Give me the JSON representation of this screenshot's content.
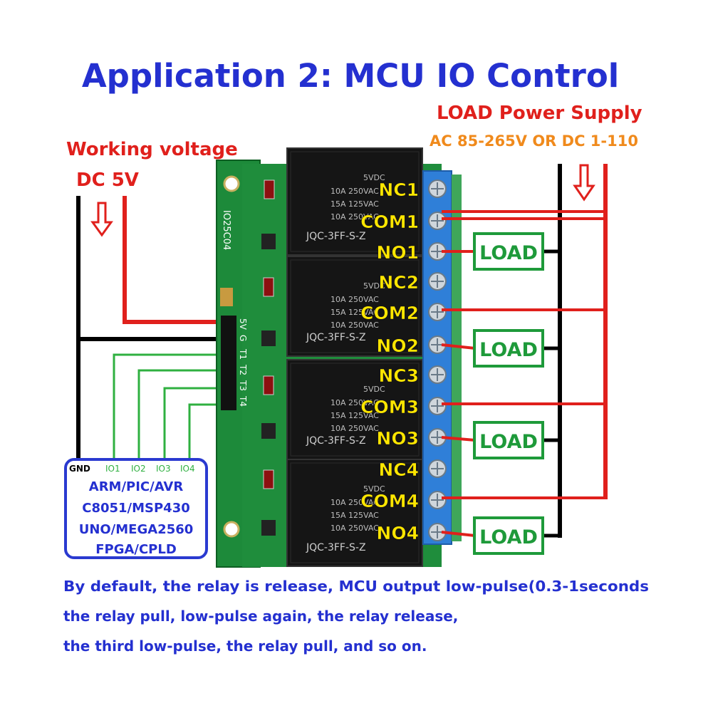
{
  "title": "Application 2: MCU IO Control",
  "load_supply": {
    "heading": "LOAD Power Supply",
    "range": "AC 85-265V OR DC 1-110"
  },
  "working_voltage": {
    "heading": "Working voltage",
    "value": "DC 5V"
  },
  "board": {
    "model": "IO25C04",
    "header_pins": [
      "5V",
      "G",
      "T1",
      "T2",
      "T3",
      "T4"
    ],
    "relay_text": {
      "voltage": "5VDC",
      "rating1": "10A 250VAC",
      "rating2": "15A 125VAC",
      "rating3": "10A 250VAC",
      "model": "JQC-3FF-S-Z"
    }
  },
  "terminals": [
    "NC1",
    "COM1",
    "NO1",
    "NC2",
    "COM2",
    "NO2",
    "NC3",
    "COM3",
    "NO3",
    "NC4",
    "COM4",
    "NO4"
  ],
  "load_label": "LOAD",
  "mcu": {
    "pins": [
      "GND",
      "IO1",
      "IO2",
      "IO3",
      "IO4"
    ],
    "types": [
      "ARM/PIC/AVR",
      "C8051/MSP430",
      "UNO/MEGA2560",
      "FPGA/CPLD"
    ]
  },
  "description": [
    "By default, the relay is release, MCU output low-pulse(0.3-1seconds",
    "the relay pull, low-pulse again, the relay release,",
    "the third low-pulse, the relay pull, and so on."
  ],
  "colors": {
    "title": "#2430d0",
    "red": "#e0201c",
    "orange": "#f08a1c",
    "green_wire": "#2fb040",
    "load_green": "#1e9a3a",
    "pcb": "#1d8a3a",
    "terminal_blue": "#2f7fd8",
    "yellow_label": "#ffe600",
    "relay_black": "#151515",
    "mcu_border": "#2a3ad0"
  }
}
